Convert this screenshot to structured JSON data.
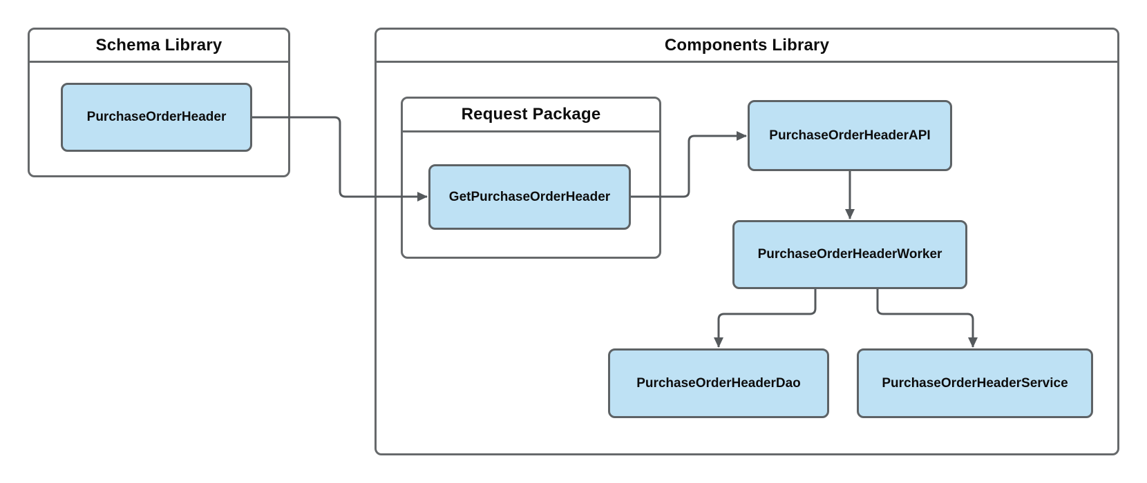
{
  "groups": {
    "schema_library": {
      "title": "Schema Library"
    },
    "components_library": {
      "title": "Components Library"
    },
    "request_package": {
      "title": "Request Package"
    }
  },
  "nodes": {
    "purchase_order_header": {
      "label": "PurchaseOrderHeader"
    },
    "get_purchase_order_header": {
      "label": "GetPurchaseOrderHeader"
    },
    "purchase_order_header_api": {
      "label": "PurchaseOrderHeaderAPI"
    },
    "purchase_order_header_worker": {
      "label": "PurchaseOrderHeaderWorker"
    },
    "purchase_order_header_dao": {
      "label": "PurchaseOrderHeaderDao"
    },
    "purchase_order_header_service": {
      "label": "PurchaseOrderHeaderService"
    }
  },
  "edges": [
    {
      "from": "PurchaseOrderHeader",
      "to": "GetPurchaseOrderHeader"
    },
    {
      "from": "GetPurchaseOrderHeader",
      "to": "PurchaseOrderHeaderAPI"
    },
    {
      "from": "PurchaseOrderHeaderAPI",
      "to": "PurchaseOrderHeaderWorker"
    },
    {
      "from": "PurchaseOrderHeaderWorker",
      "to": "PurchaseOrderHeaderDao"
    },
    {
      "from": "PurchaseOrderHeaderWorker",
      "to": "PurchaseOrderHeaderService"
    }
  ],
  "colors": {
    "node_fill": "#bee1f4",
    "node_border": "#5d6265",
    "group_border": "#66696b",
    "connector": "#55595c",
    "text": "#0d0d0d",
    "background": "#ffffff"
  }
}
